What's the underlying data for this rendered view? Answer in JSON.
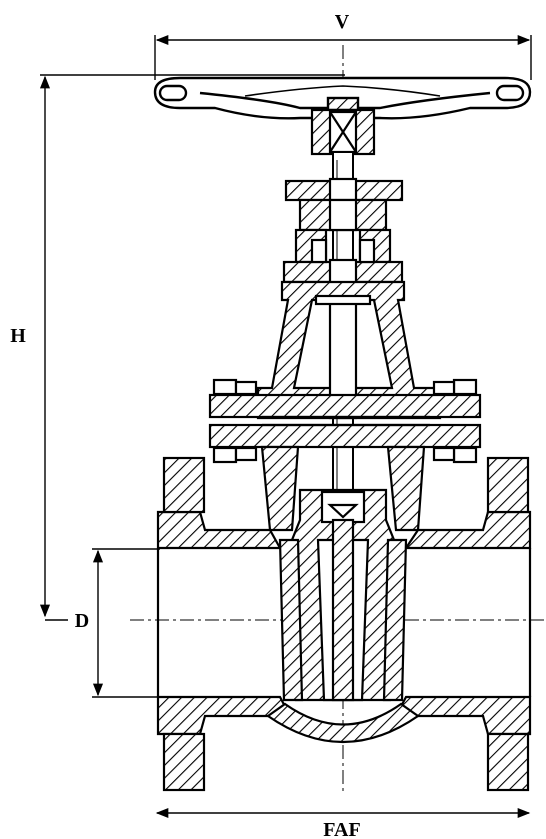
{
  "labels": {
    "width": "V",
    "height": "H",
    "bore": "D",
    "face_to_face": "FAF"
  },
  "colors": {
    "ink": "#000000",
    "paper": "#ffffff"
  }
}
